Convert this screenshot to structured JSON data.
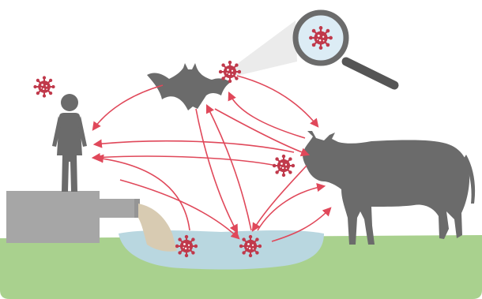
{
  "diagram": {
    "colors": {
      "background": "#ffffff",
      "ground": "#a9d18e",
      "water": "#b9d7e0",
      "silhouette": "#6b6b6b",
      "wall": "#a6a6a6",
      "effluent": "#d8cbb2",
      "virus": "#c0394b",
      "arrow": "#e0485a",
      "lens_glass": "#dcecf5"
    },
    "nodes": [
      {
        "id": "human",
        "icon": "human-icon"
      },
      {
        "id": "bat",
        "icon": "bat-icon"
      },
      {
        "id": "cow",
        "icon": "cow-icon"
      },
      {
        "id": "water",
        "icon": "water-body"
      },
      {
        "id": "sewage",
        "icon": "sewage-outfall"
      }
    ],
    "magnifier": {
      "icon": "magnifying-glass-icon"
    },
    "virus_icon": "virus-icon"
  }
}
